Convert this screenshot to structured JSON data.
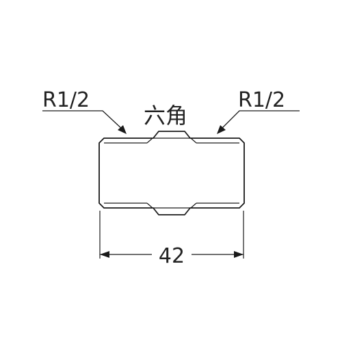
{
  "labels": {
    "thread_left": "R1/2",
    "thread_right": "R1/2",
    "hex": "六角",
    "length": "42"
  },
  "colors": {
    "line": "#1a1a1a",
    "text": "#222222",
    "background": "#ffffff"
  }
}
